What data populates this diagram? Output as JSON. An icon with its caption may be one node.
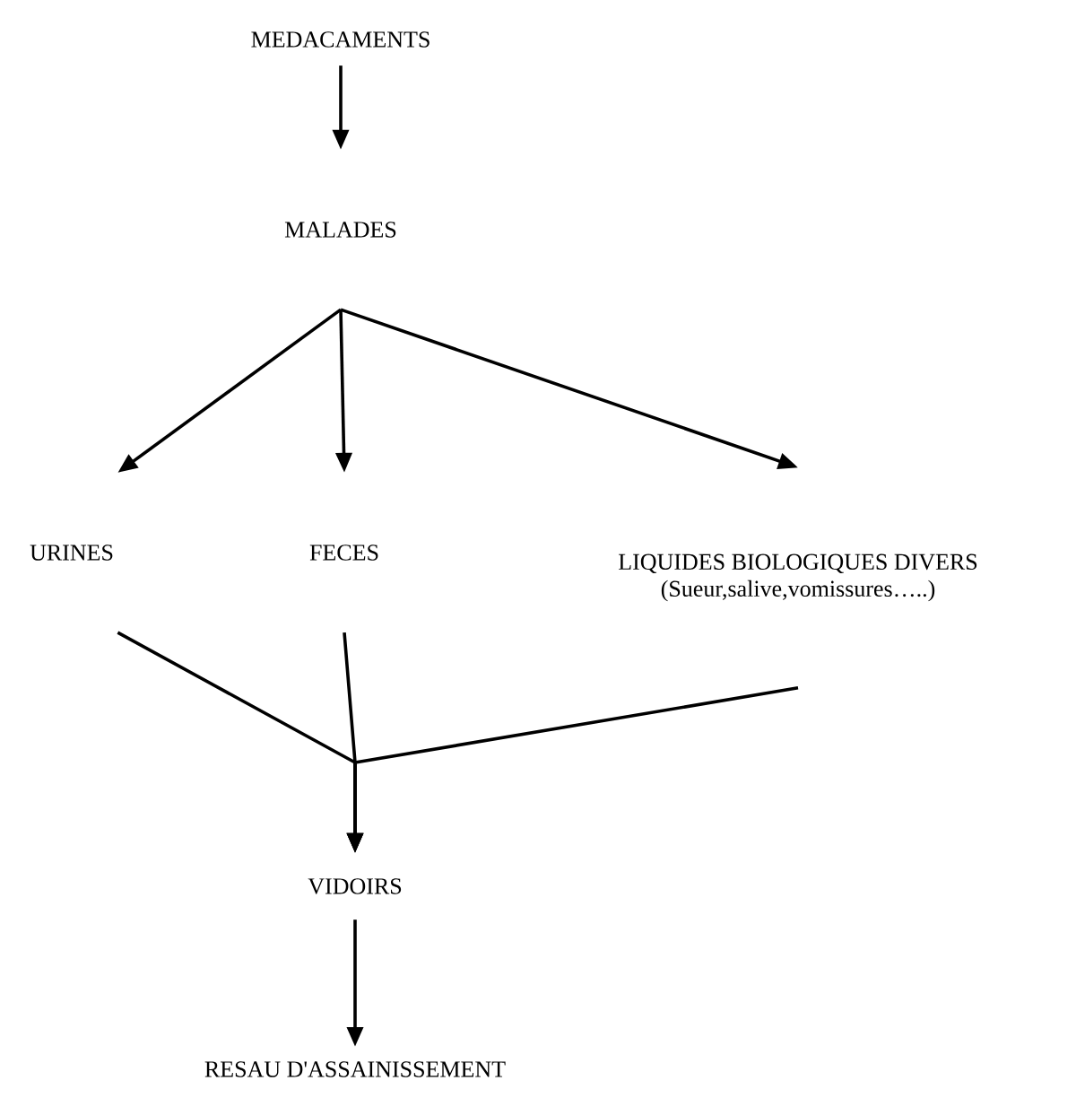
{
  "diagram": {
    "nodes": [
      {
        "text": [
          "MEDACAMENTS"
        ]
      },
      {
        "text": [
          "MALADES"
        ]
      },
      {
        "text": [
          "URINES"
        ]
      },
      {
        "text": [
          "FECES"
        ]
      },
      {
        "text": [
          "LIQUIDES BIOLOGIQUES DIVERS",
          "(Sueur,salive,vomissures…..)"
        ]
      },
      {
        "text": [
          "VIDOIRS"
        ]
      },
      {
        "text": [
          "RESAU D'ASSAINISSEMENT"
        ]
      }
    ],
    "edges": [
      {
        "from": 0,
        "to": 1,
        "arrow": "to"
      },
      {
        "from": 1,
        "to": 2,
        "arrow": "to"
      },
      {
        "from": 1,
        "to": 3,
        "arrow": "to"
      },
      {
        "from": 1,
        "to": 4,
        "arrow": "to"
      },
      {
        "from": 2,
        "to": 5,
        "arrow": "to"
      },
      {
        "from": 3,
        "to": 5,
        "arrow": "to"
      },
      {
        "from": 4,
        "to": 5,
        "arrow": "to"
      },
      {
        "from": 5,
        "to": 6,
        "arrow": "to"
      }
    ]
  }
}
